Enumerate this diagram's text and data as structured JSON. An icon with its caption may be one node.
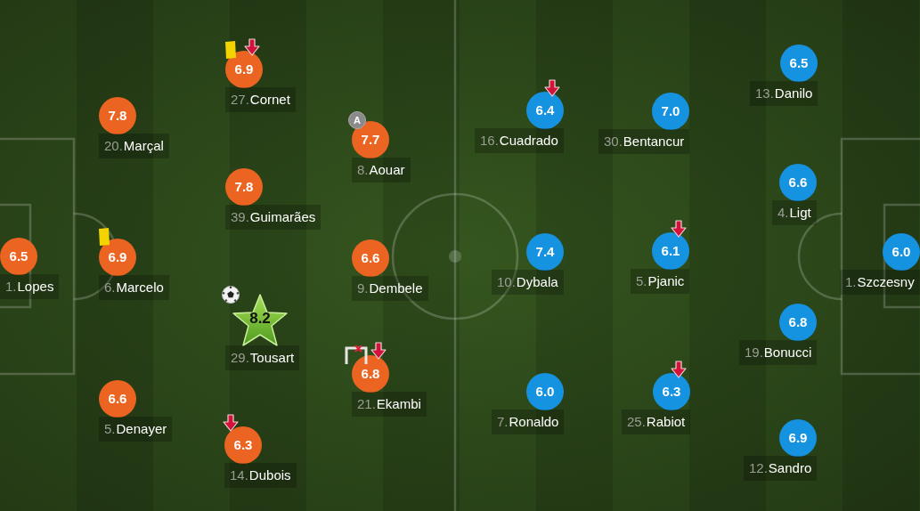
{
  "diagram": {
    "nodes": [
      {
        "text": [
          "6.5",
          "1.",
          "Lopes"
        ]
      },
      {
        "text": [
          "7.8",
          "20.",
          "Marçal"
        ]
      },
      {
        "text": [
          "6.9",
          "6.",
          "Marcelo"
        ]
      },
      {
        "text": [
          "6.6",
          "5.",
          "Denayer"
        ]
      },
      {
        "text": [
          "6.9",
          "27.",
          "Cornet"
        ]
      },
      {
        "text": [
          "7.8",
          "39.",
          "Guimarães"
        ]
      },
      {
        "text": [
          "8.2",
          "29.",
          "Tousart"
        ]
      },
      {
        "text": [
          "6.3",
          "14.",
          "Dubois"
        ]
      },
      {
        "text": [
          "7.7",
          "8.",
          "Aouar",
          "A"
        ]
      },
      {
        "text": [
          "6.6",
          "9.",
          "Dembele"
        ]
      },
      {
        "text": [
          "6.8",
          "21.",
          "Ekambi"
        ]
      },
      {
        "text": [
          "6.4",
          "16.",
          "Cuadrado"
        ]
      },
      {
        "text": [
          "7.4",
          "10.",
          "Dybala"
        ]
      },
      {
        "text": [
          "6.0",
          "7.",
          "Ronaldo"
        ]
      },
      {
        "text": [
          "7.0",
          "30.",
          "Bentancur"
        ]
      },
      {
        "text": [
          "6.1",
          "5.",
          "Pjanic"
        ]
      },
      {
        "text": [
          "6.3",
          "25.",
          "Rabiot"
        ]
      },
      {
        "text": [
          "6.5",
          "13.",
          "Danilo"
        ]
      },
      {
        "text": [
          "6.6",
          "4.",
          "Ligt"
        ]
      },
      {
        "text": [
          "6.8",
          "19.",
          "Bonucci"
        ]
      },
      {
        "text": [
          "6.9",
          "12.",
          "Sandro"
        ]
      },
      {
        "text": [
          "6.0",
          "1.",
          "Szczesny"
        ]
      }
    ]
  }
}
